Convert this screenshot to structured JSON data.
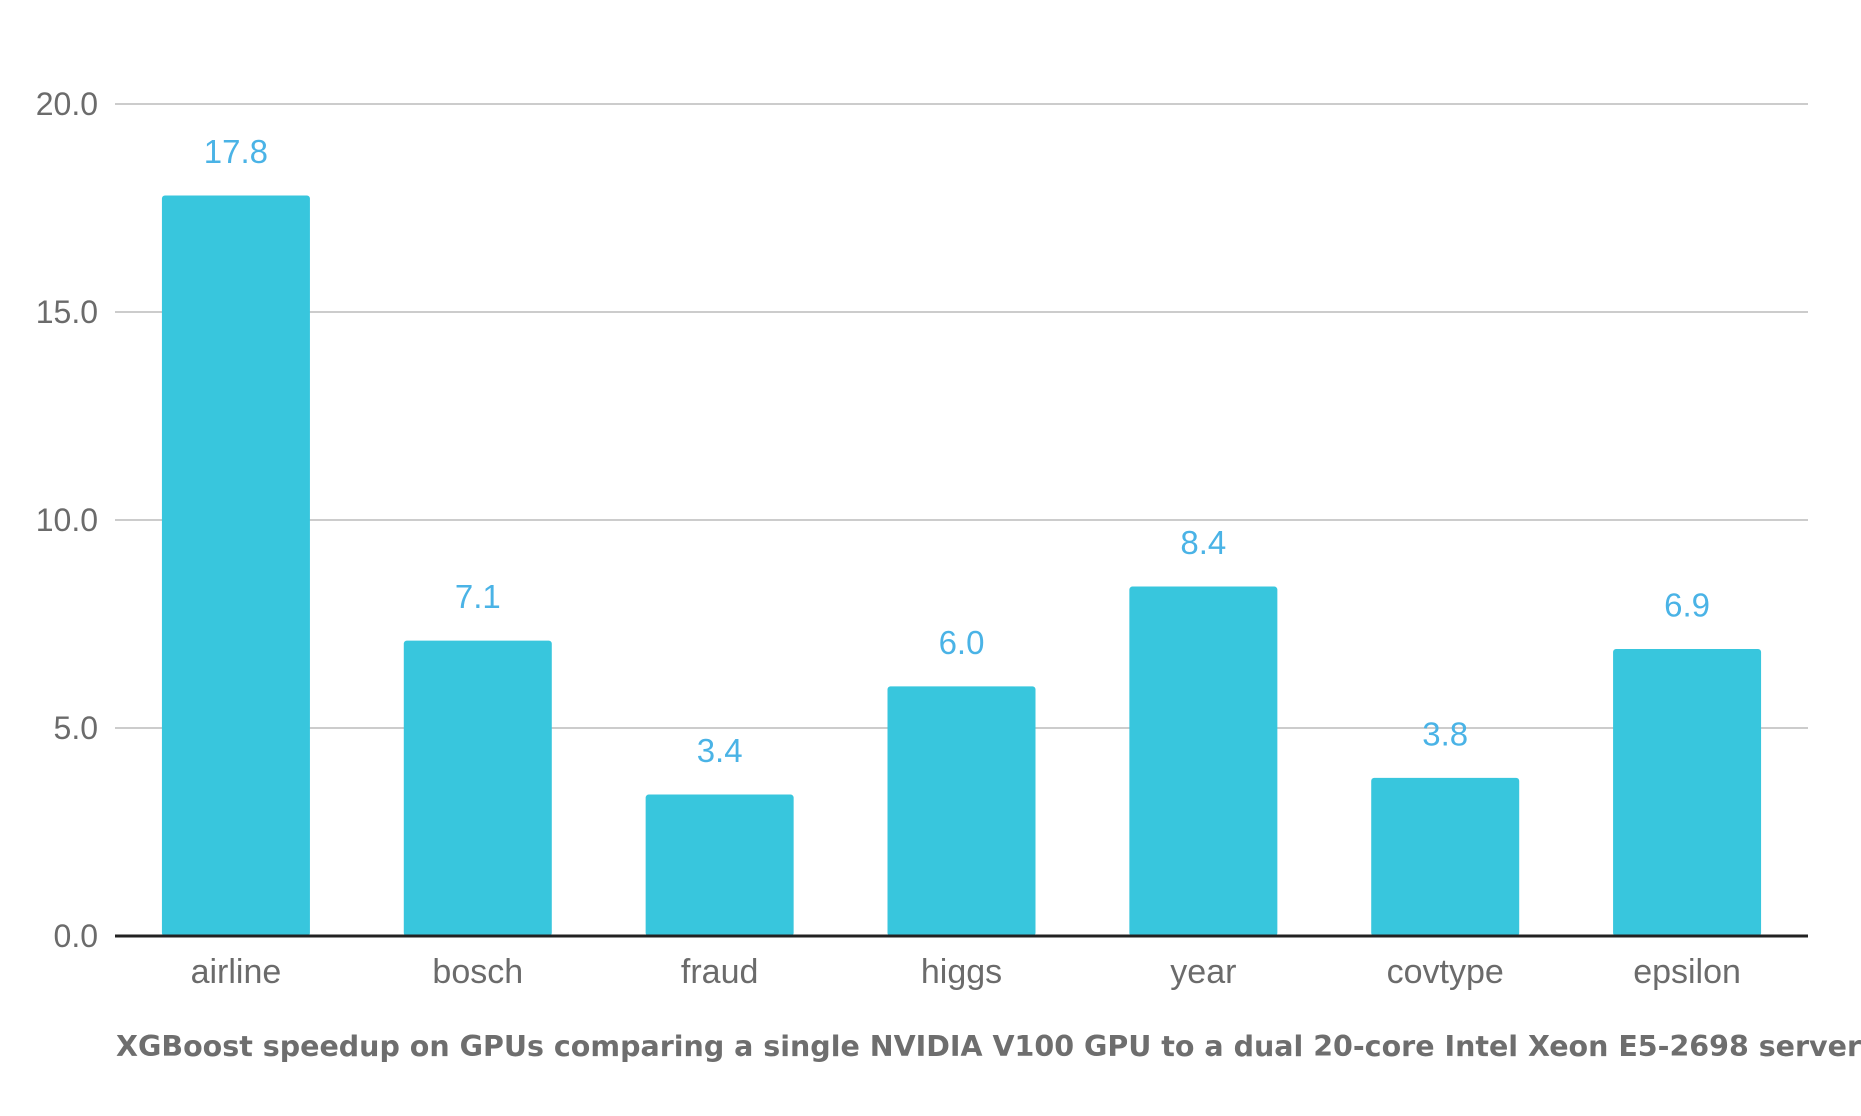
{
  "caption": "XGBoost speedup on GPUs comparing a single NVIDIA V100 GPU to a dual 20-core Intel Xeon E5-2698 server",
  "chart_data": {
    "type": "bar",
    "title": "",
    "xlabel": "",
    "ylabel": "",
    "categories": [
      "airline",
      "bosch",
      "fraud",
      "higgs",
      "year",
      "covtype",
      "epsilon"
    ],
    "values": [
      17.8,
      7.1,
      3.4,
      6.0,
      8.4,
      3.8,
      6.9
    ],
    "data_labels": [
      "17.8",
      "7.1",
      "3.4",
      "6.0",
      "8.4",
      "3.8",
      "6.9"
    ],
    "ylim": [
      0,
      20
    ],
    "yticks": [
      "0.0",
      "5.0",
      "10.0",
      "15.0",
      "20.0"
    ],
    "grid": true,
    "legend": "none",
    "colors": {
      "bar": "#38c6dd",
      "data_label": "#4ab3e6",
      "gridline": "#cccccc",
      "axis": "#222222"
    }
  }
}
